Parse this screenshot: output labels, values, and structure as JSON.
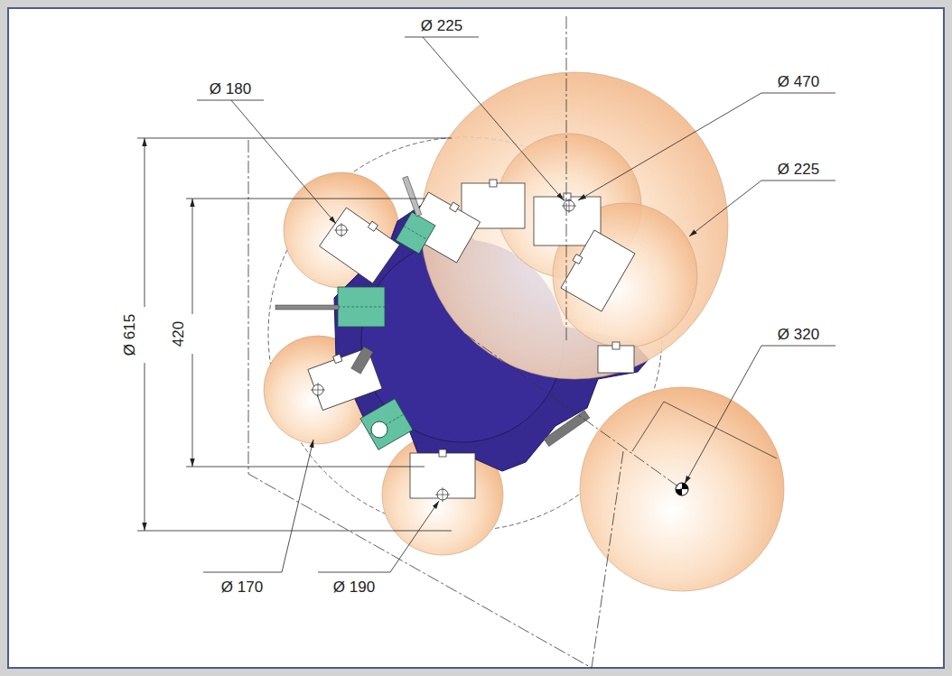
{
  "diagram": {
    "labels": [
      "Ø 225",
      "Ø 180",
      "Ø 470",
      "Ø 225",
      "Ø 615",
      "420",
      "Ø 320",
      "Ø 170",
      "Ø 190"
    ]
  }
}
